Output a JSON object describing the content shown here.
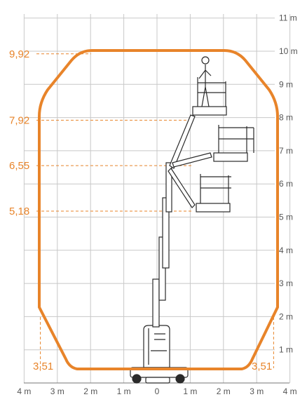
{
  "colors": {
    "grid": "#c8c8c8",
    "axis": "#777777",
    "envelope": "#e8842a",
    "guide": "#e8842a",
    "machine": "#2a2a2a",
    "machine_fill": "#ffffff",
    "tick_text": "#555555"
  },
  "axes": {
    "y_ticks": [
      "1 m",
      "2 m",
      "3 m",
      "4 m",
      "5 m",
      "6 m",
      "7 m",
      "8 m",
      "9 m",
      "10 m",
      "11 m"
    ],
    "x_ticks": [
      "4 m",
      "3 m",
      "2 m",
      "1 m",
      "0",
      "1 m",
      "2 m",
      "3 m",
      "4 m"
    ]
  },
  "heights": [
    {
      "label": "9,92",
      "value": 9.92
    },
    {
      "label": "7,92",
      "value": 7.92
    },
    {
      "label": "6,55",
      "value": 6.55
    },
    {
      "label": "5,18",
      "value": 5.18
    }
  ],
  "outreach": {
    "left_label": "3,51",
    "right_label": "3,51",
    "value": 3.51
  },
  "icons": {
    "machine": "vertical-mast-lift-icon",
    "operator": "operator-figure-icon"
  }
}
